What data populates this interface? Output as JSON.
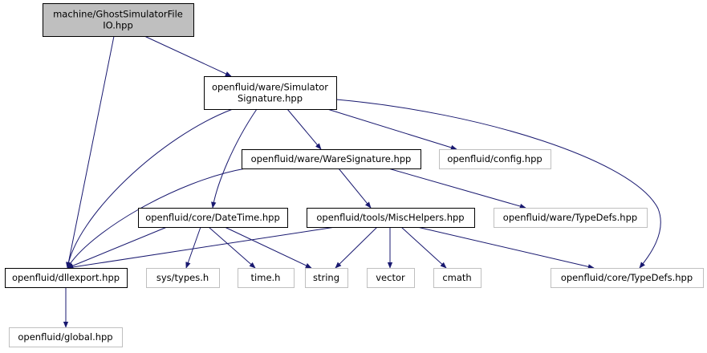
{
  "colors": {
    "root_fill": "#bfbfbf",
    "node_fill": "#ffffff",
    "documented_border": "#000000",
    "external_border": "#bfbfbf",
    "text": "#000000",
    "edge": "#191970"
  },
  "nodes": {
    "ghost_simulator_fileio": {
      "lines": [
        "machine/GhostSimulatorFile",
        "IO.hpp"
      ],
      "kind": "root"
    },
    "simulator_signature": {
      "lines": [
        "openfluid/ware/Simulator",
        "Signature.hpp"
      ],
      "kind": "documented"
    },
    "ware_signature": {
      "lines": [
        "openfluid/ware/WareSignature.hpp"
      ],
      "kind": "documented"
    },
    "config": {
      "lines": [
        "openfluid/config.hpp"
      ],
      "kind": "external"
    },
    "datetime": {
      "lines": [
        "openfluid/core/DateTime.hpp"
      ],
      "kind": "documented"
    },
    "misc_helpers": {
      "lines": [
        "openfluid/tools/MiscHelpers.hpp"
      ],
      "kind": "documented"
    },
    "ware_typedefs": {
      "lines": [
        "openfluid/ware/TypeDefs.hpp"
      ],
      "kind": "external"
    },
    "dllexport": {
      "lines": [
        "openfluid/dllexport.hpp"
      ],
      "kind": "documented"
    },
    "sys_types": {
      "lines": [
        "sys/types.h"
      ],
      "kind": "external"
    },
    "time_h": {
      "lines": [
        "time.h"
      ],
      "kind": "external"
    },
    "string": {
      "lines": [
        "string"
      ],
      "kind": "external"
    },
    "vector": {
      "lines": [
        "vector"
      ],
      "kind": "external"
    },
    "cmath": {
      "lines": [
        "cmath"
      ],
      "kind": "external"
    },
    "core_typedefs": {
      "lines": [
        "openfluid/core/TypeDefs.hpp"
      ],
      "kind": "external"
    },
    "global": {
      "lines": [
        "openfluid/global.hpp"
      ],
      "kind": "external"
    }
  },
  "edges": [
    [
      "ghost_simulator_fileio",
      "simulator_signature"
    ],
    [
      "ghost_simulator_fileio",
      "dllexport"
    ],
    [
      "simulator_signature",
      "dllexport"
    ],
    [
      "simulator_signature",
      "datetime"
    ],
    [
      "simulator_signature",
      "ware_signature"
    ],
    [
      "simulator_signature",
      "config"
    ],
    [
      "simulator_signature",
      "core_typedefs"
    ],
    [
      "ware_signature",
      "dllexport"
    ],
    [
      "ware_signature",
      "misc_helpers"
    ],
    [
      "ware_signature",
      "ware_typedefs"
    ],
    [
      "datetime",
      "dllexport"
    ],
    [
      "datetime",
      "sys_types"
    ],
    [
      "datetime",
      "time_h"
    ],
    [
      "datetime",
      "string"
    ],
    [
      "misc_helpers",
      "dllexport"
    ],
    [
      "misc_helpers",
      "string"
    ],
    [
      "misc_helpers",
      "vector"
    ],
    [
      "misc_helpers",
      "cmath"
    ],
    [
      "misc_helpers",
      "core_typedefs"
    ],
    [
      "dllexport",
      "global"
    ]
  ]
}
